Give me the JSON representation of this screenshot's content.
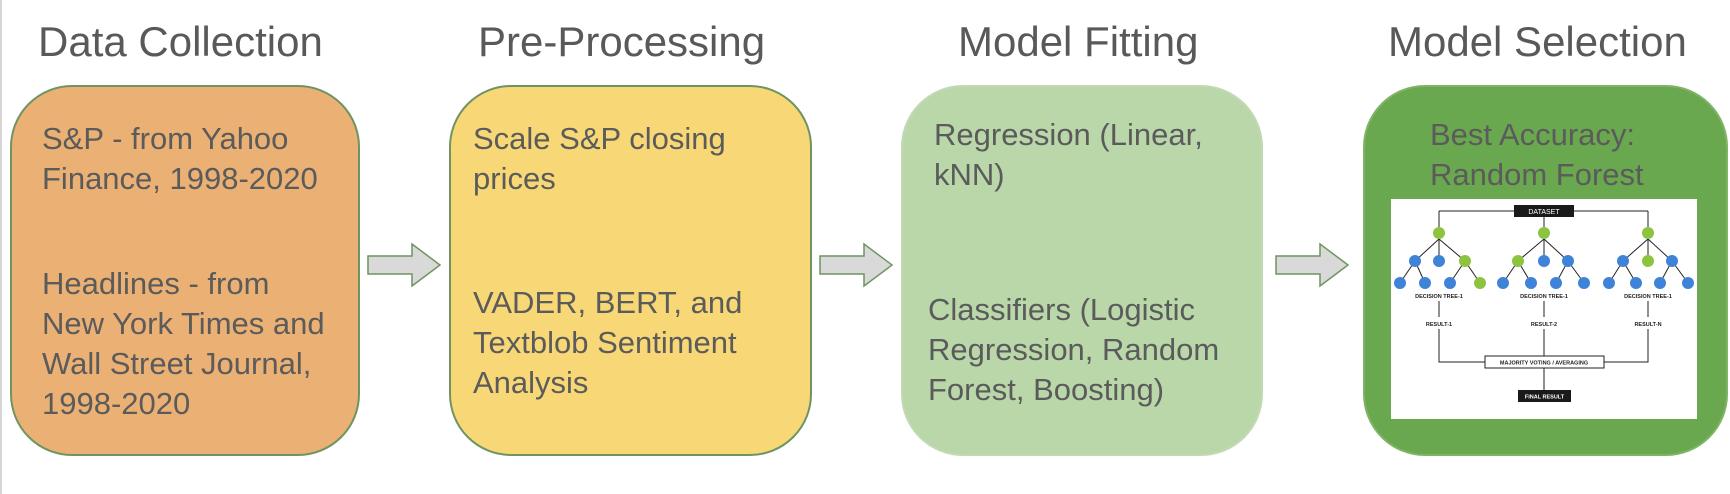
{
  "stages": [
    {
      "title": "Data Collection",
      "color": "#ebb074",
      "paragraphs": [
        [
          "S&P - from Yahoo",
          "Finance, 1998-2020"
        ],
        [
          "Headlines - from",
          "New York  Times and",
          "Wall Street Journal,",
          "1998-2020"
        ]
      ]
    },
    {
      "title": "Pre-Processing",
      "color": "#f8d876",
      "paragraphs": [
        [
          "Scale S&P closing",
          "prices"
        ],
        [
          "VADER, BERT, and",
          "Textblob  Sentiment",
          "Analysis"
        ]
      ]
    },
    {
      "title": "Model Fitting",
      "color": "#b9d7a8",
      "paragraphs": [
        [
          "Regression (Linear,",
          "kNN)"
        ],
        [
          "Classifiers (Logistic",
          "Regression, Random",
          "Forest, Boosting)"
        ]
      ]
    },
    {
      "title": "Model Selection",
      "color": "#6aa84f",
      "paragraphs": [
        [
          "Best Accuracy:",
          "Random Forest"
        ]
      ]
    }
  ],
  "random_forest_figure": {
    "dataset_label": "DATASET",
    "tree_labels": [
      "DECISION TREE-1",
      "DECISION TREE-1",
      "DECISION TREE-1"
    ],
    "result_labels": [
      "RESULT-1",
      "RESULT-2",
      "RESULT-N"
    ],
    "voting_label": "MAJORITY VOTING / AVERAGING",
    "final_label": "FINAL RESULT",
    "node_green": "#8cc43f",
    "node_blue": "#3f83d9"
  }
}
